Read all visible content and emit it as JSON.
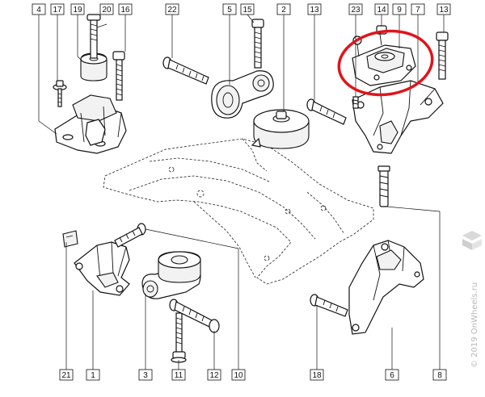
{
  "callouts": [
    {
      "id": "c4",
      "text": "4"
    },
    {
      "id": "c17",
      "text": "17"
    },
    {
      "id": "c19",
      "text": "19"
    },
    {
      "id": "c20",
      "text": "20"
    },
    {
      "id": "c16",
      "text": "16"
    },
    {
      "id": "c22",
      "text": "22"
    },
    {
      "id": "c5",
      "text": "5"
    },
    {
      "id": "c15",
      "text": "15"
    },
    {
      "id": "c2",
      "text": "2"
    },
    {
      "id": "c13a",
      "text": "13"
    },
    {
      "id": "c23",
      "text": "23"
    },
    {
      "id": "c14",
      "text": "14"
    },
    {
      "id": "c9",
      "text": "9"
    },
    {
      "id": "c7",
      "text": "7"
    },
    {
      "id": "c13b",
      "text": "13"
    },
    {
      "id": "c21",
      "text": "21"
    },
    {
      "id": "c1",
      "text": "1"
    },
    {
      "id": "c3",
      "text": "3"
    },
    {
      "id": "c11",
      "text": "11"
    },
    {
      "id": "c12",
      "text": "12"
    },
    {
      "id": "c10",
      "text": "10"
    },
    {
      "id": "c18",
      "text": "18"
    },
    {
      "id": "c6",
      "text": "6"
    },
    {
      "id": "c8",
      "text": "8"
    }
  ],
  "watermark": {
    "text": "© 2019 OnWheels.ru"
  },
  "highlight_color": "#e0141b"
}
